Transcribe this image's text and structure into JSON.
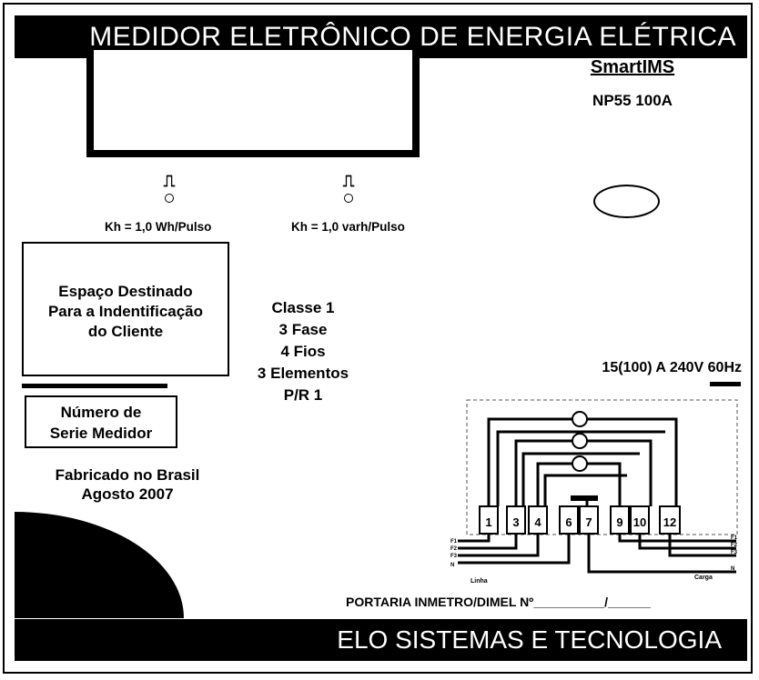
{
  "header": {
    "title": "MEDIDOR ELETRÔNICO DE ENERGIA ELÉTRICA"
  },
  "brand": {
    "name": "SmartIMS",
    "model": "NP55 100A"
  },
  "leds": [
    {
      "glyph": "⎍",
      "label": "Kh = 1,0 Wh/Pulso"
    },
    {
      "glyph": "⎍",
      "label": "Kh = 1,0 varh/Pulso"
    }
  ],
  "client_box": {
    "text": "Espaço Destinado\nPara a Indentificação\ndo Cliente"
  },
  "serial_box": {
    "text": "Número de\nSerie Medidor"
  },
  "manufacture": {
    "line1": "Fabricado no Brasil",
    "line2": "Agosto 2007"
  },
  "specs": {
    "lines": [
      "Classe 1",
      "3 Fase",
      "4 Fios",
      "3 Elementos",
      "P/R 1"
    ]
  },
  "rating": "15(100) A 240V 60Hz",
  "wiring": {
    "terminals": [
      "1",
      "3",
      "4",
      "6",
      "7",
      "9",
      "10",
      "12"
    ],
    "left_phases": [
      "F1",
      "F2",
      "F3",
      "N"
    ],
    "right_phases": [
      "F1",
      "F2",
      "F3",
      "N"
    ],
    "line_label": "Linha",
    "load_label": "Carga"
  },
  "portaria": "PORTARIA INMETRO/DIMEL Nº__________/______",
  "footer": {
    "company": "ELO SISTEMAS E TECNOLOGIA"
  }
}
